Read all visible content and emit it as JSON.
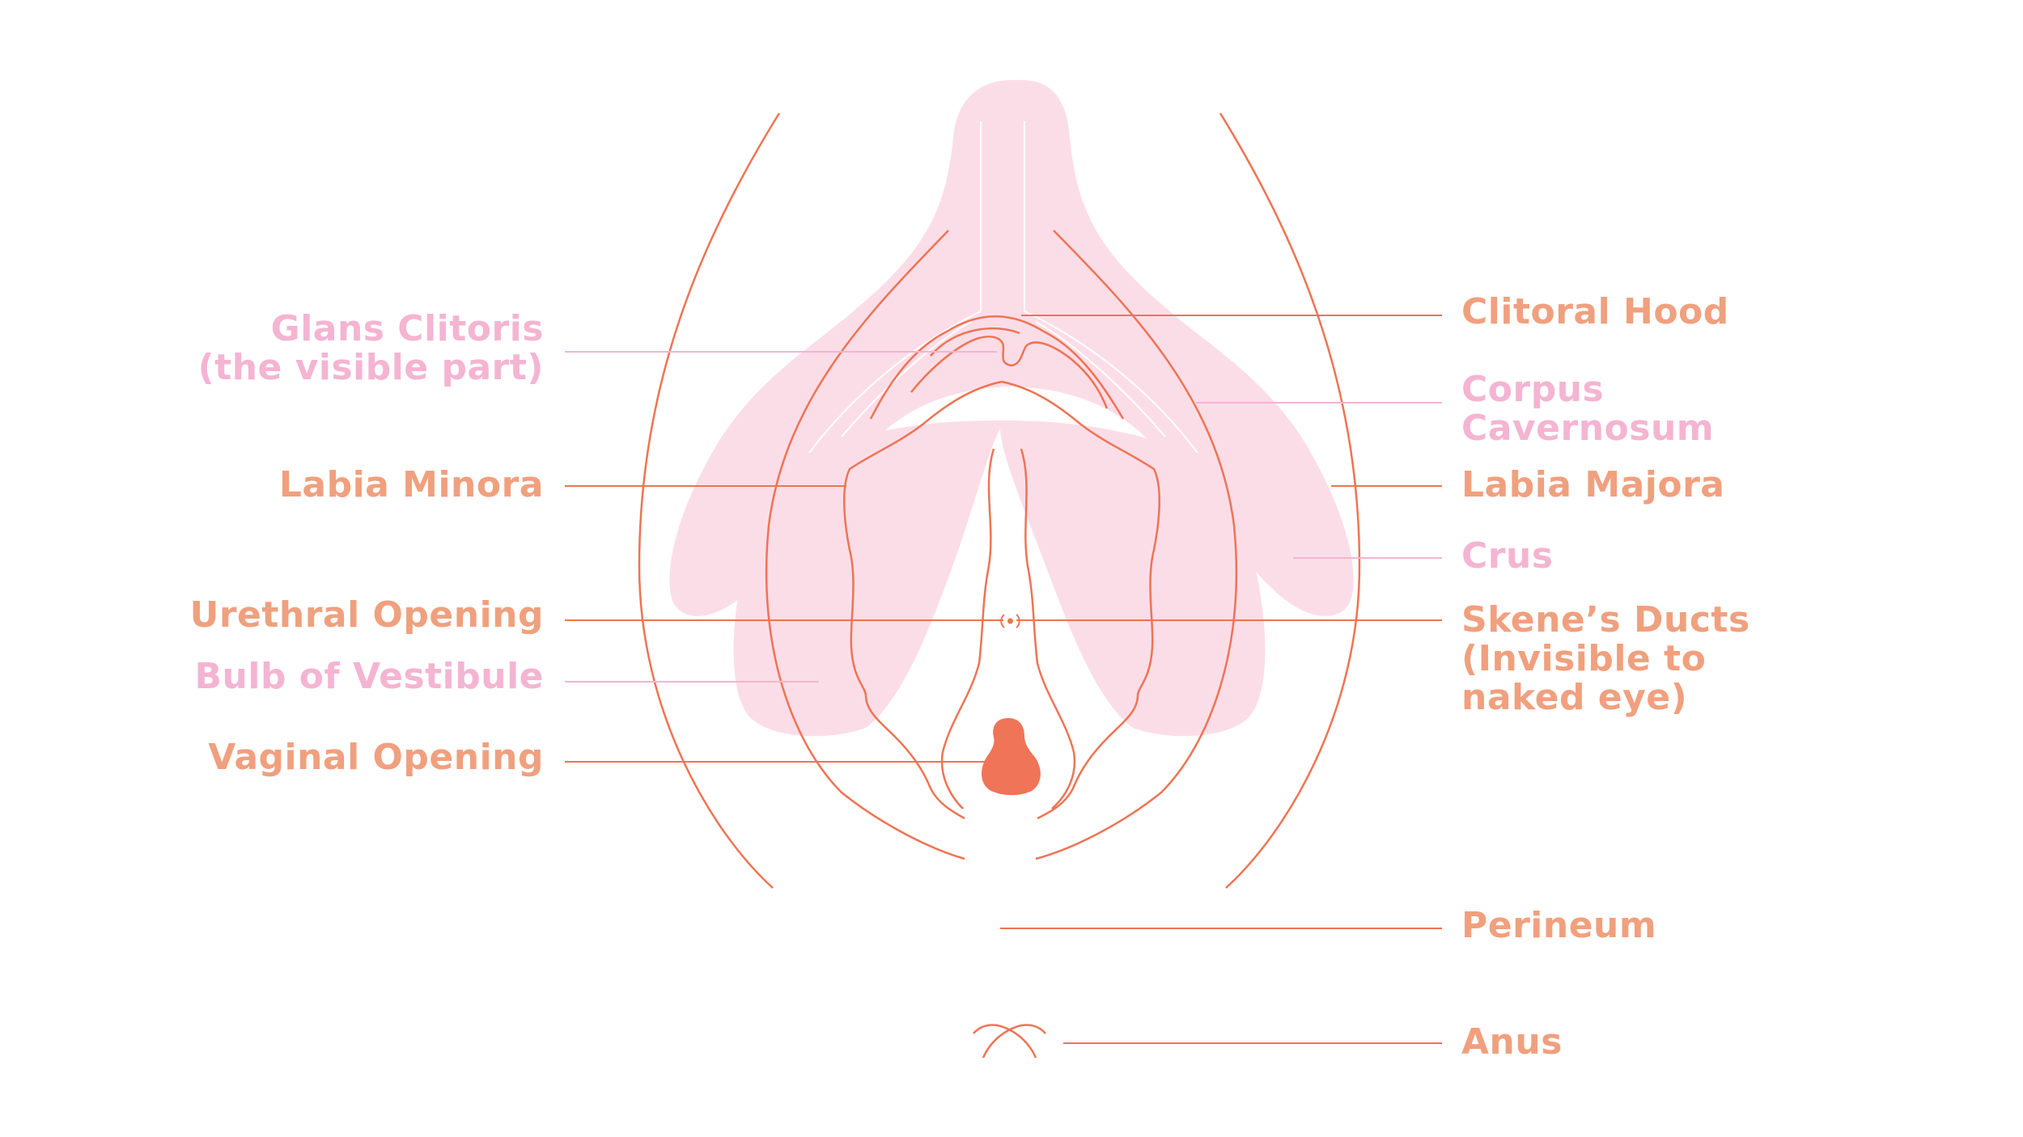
{
  "colors": {
    "orange": "#F0A07E",
    "pink": "#F4B4D2",
    "tissue": "#FBDDE8",
    "outline": "#EE7453",
    "vagina_fill": "#F07457",
    "highlight": "#FFFFFF"
  },
  "labels": {
    "glans_clitoris": {
      "lines": [
        "Glans Clitoris",
        "(the visible part)"
      ],
      "color": "pink"
    },
    "labia_minora": {
      "lines": [
        "Labia Minora"
      ],
      "color": "orange"
    },
    "urethral_opening": {
      "lines": [
        "Urethral Opening"
      ],
      "color": "orange"
    },
    "bulb_of_vestibule": {
      "lines": [
        "Bulb of Vestibule"
      ],
      "color": "pink"
    },
    "vaginal_opening": {
      "lines": [
        "Vaginal Opening"
      ],
      "color": "orange"
    },
    "clitoral_hood": {
      "lines": [
        "Clitoral Hood"
      ],
      "color": "orange"
    },
    "corpus_cavernosum": {
      "lines": [
        "Corpus",
        "Cavernosum"
      ],
      "color": "pink"
    },
    "labia_majora": {
      "lines": [
        "Labia Majora"
      ],
      "color": "orange"
    },
    "crus": {
      "lines": [
        "Crus"
      ],
      "color": "pink"
    },
    "skenes_ducts": {
      "lines": [
        "Skene’s Ducts",
        "(Invisible to",
        "naked eye)"
      ],
      "color": "orange"
    },
    "perineum": {
      "lines": [
        "Perineum"
      ],
      "color": "orange"
    },
    "anus": {
      "lines": [
        "Anus"
      ],
      "color": "orange"
    }
  }
}
